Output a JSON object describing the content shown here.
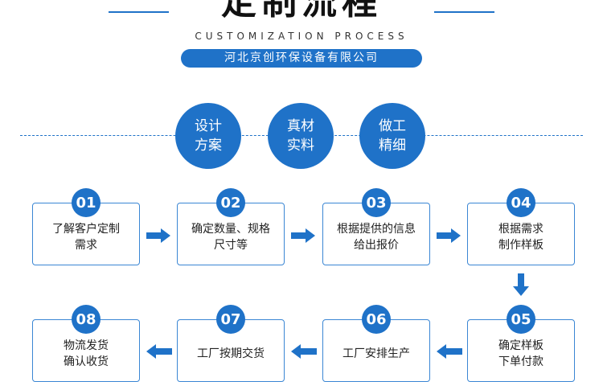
{
  "header": {
    "title": "定制流程",
    "subtitle": "CUSTOMIZATION PROCESS",
    "company": "河北京创环保设备有限公司"
  },
  "features": [
    {
      "text": "设计\n方案"
    },
    {
      "text": "真材\n实料"
    },
    {
      "text": "做工\n精细"
    }
  ],
  "steps": [
    {
      "number": "01",
      "text": "了解客户定制\n需求"
    },
    {
      "number": "02",
      "text": "确定数量、规格\n尺寸等"
    },
    {
      "number": "03",
      "text": "根据提供的信息\n给出报价"
    },
    {
      "number": "04",
      "text": "根据需求\n制作样板"
    },
    {
      "number": "05",
      "text": "确定样板\n下单付款"
    },
    {
      "number": "06",
      "text": "工厂安排生产"
    },
    {
      "number": "07",
      "text": "工厂按期交货"
    },
    {
      "number": "08",
      "text": "物流发货\n确认收货"
    }
  ],
  "colors": {
    "accent": "#1f72c8",
    "border": "#3a86d4"
  }
}
